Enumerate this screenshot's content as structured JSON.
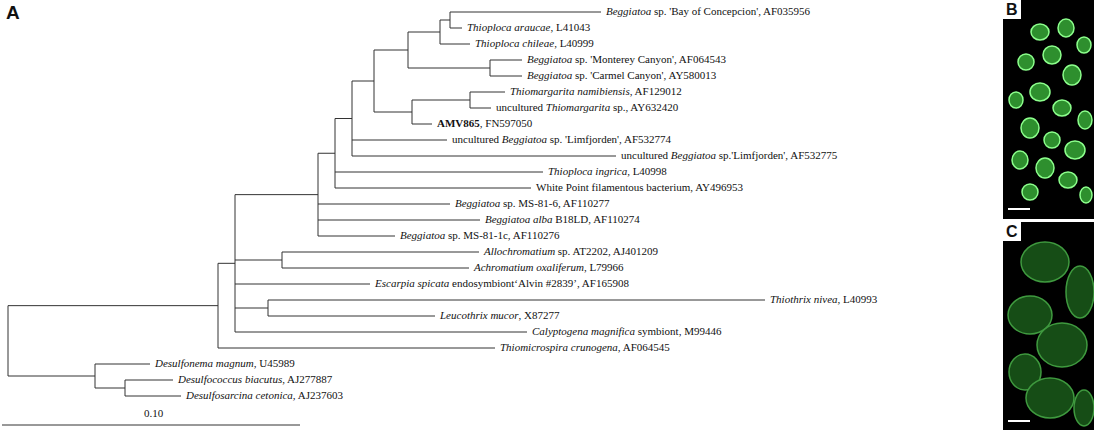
{
  "diagram": {
    "labels": [
      "A",
      "Beggiatoa sp. 'Bay of Concepcion', AF035956",
      "Thioploca araucae, L41043",
      "Thioploca chileae, L40999",
      "Beggiatoa sp. 'Monterey Canyon', AF064543",
      "Beggiatoa sp. 'Carmel Canyon', AY580013",
      "Thiomargarita namibiensis, AF129012",
      "uncultured Thiomargarita sp., AY632420",
      "AMV865, FN597050",
      "uncultured Beggiatoa sp. 'Limfjorden', AF532774",
      "uncultured Beggiatoa sp.'Limfjorden', AF532775",
      "Thioploca ingrica, L40998",
      "White Point filamentous bacterium, AY496953",
      "Beggiatoa sp. MS-81-6, AF110277",
      "Beggiatoa alba B18LD, AF110274",
      "Beggiatoa sp. MS-81-1c, AF110276",
      "Allochromatium sp. AT2202, AJ401209",
      "Achromatium oxaliferum, L79966",
      "Escarpia spicata endosymbiont‘Alvin #2839’, AF165908",
      "Thiothrix nivea, L40993",
      "Leucothrix mucor, X87277",
      "Calyptogena magnifica symbiont, M99446",
      "Thiomicrospira crunogena, AF064545",
      "Desulfonema magnum, U45989",
      "Desulfococcus biacutus, AJ277887",
      "Desulfosarcina cetonica, AJ237603",
      "0.10",
      "B",
      "C"
    ]
  }
}
